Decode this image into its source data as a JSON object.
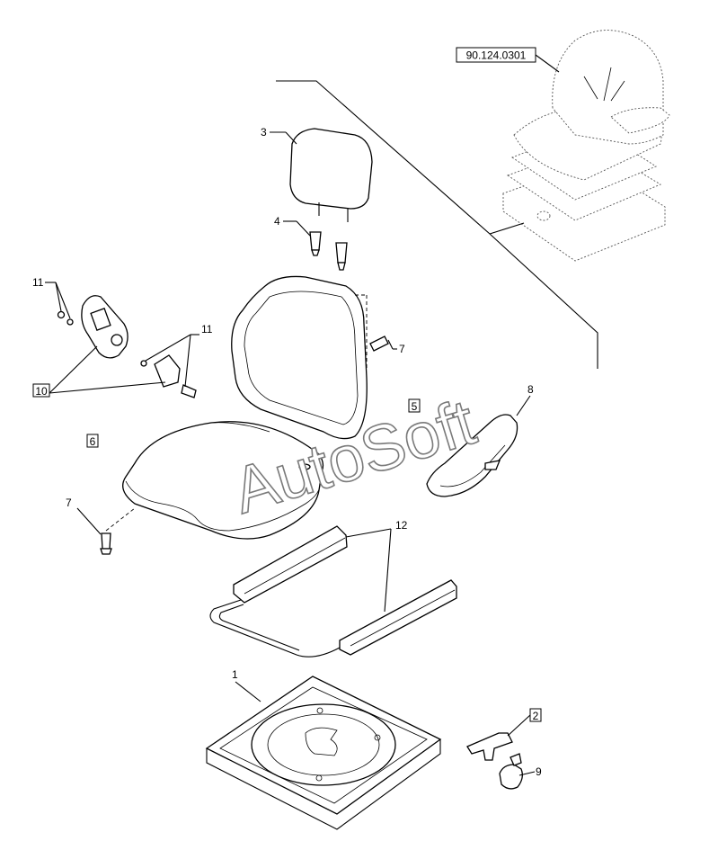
{
  "reference_label": "90.124.0301",
  "watermark": "AutoSoft",
  "callouts": {
    "c1": "1",
    "c2": "2",
    "c3": "3",
    "c4": "4",
    "c5": "5",
    "c6": "6",
    "c7a": "7",
    "c7b": "7",
    "c8": "8",
    "c9": "9",
    "c10": "10",
    "c11a": "11",
    "c11b": "11",
    "c12": "12"
  }
}
